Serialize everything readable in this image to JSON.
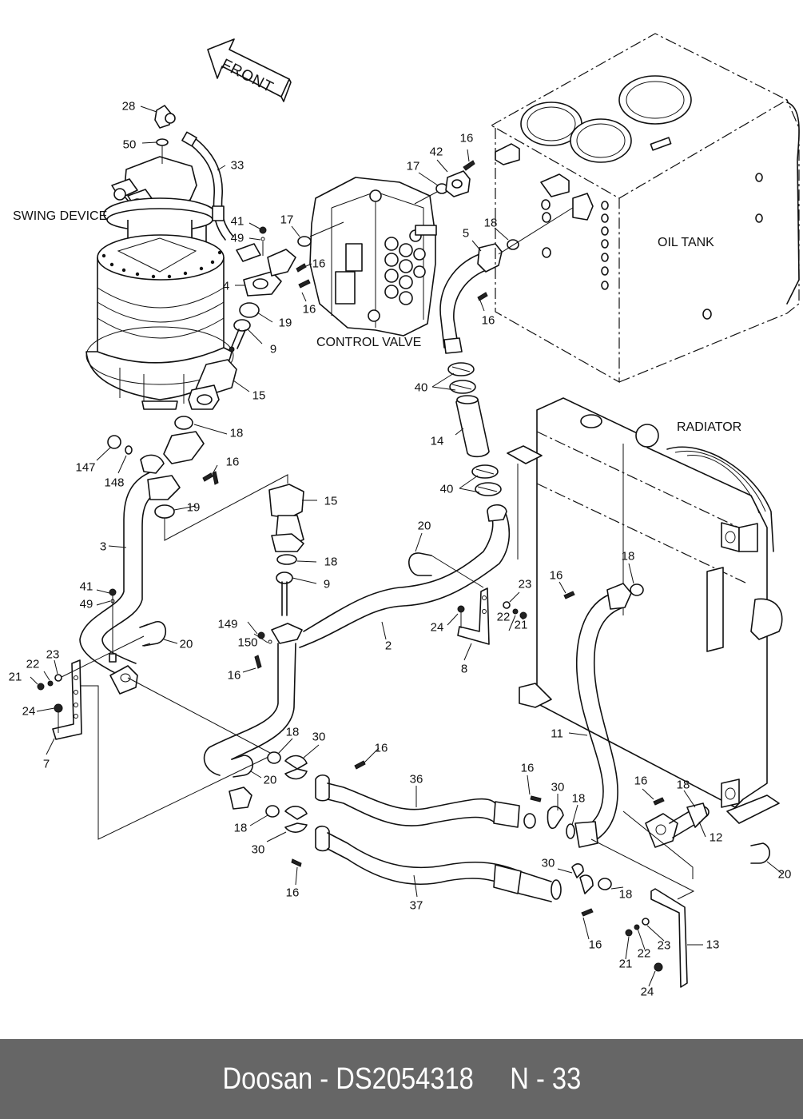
{
  "footer": {
    "brand": "Doosan",
    "separator": " - ",
    "part_number": "DS2054318",
    "page_ref": "N - 33",
    "background": "#666666",
    "text_color": "#ffffff"
  },
  "diagram": {
    "direction_arrow": "FRONT",
    "assembly_labels": {
      "swing_device": "SWING DEVICE",
      "control_valve": "CONTROL VALVE",
      "oil_tank": "OIL TANK",
      "radiator": "RADIATOR"
    },
    "callouts": [
      {
        "id": "c28",
        "part": "28"
      },
      {
        "id": "c50",
        "part": "50"
      },
      {
        "id": "c33",
        "part": "33"
      },
      {
        "id": "c41a",
        "part": "41"
      },
      {
        "id": "c49a",
        "part": "49"
      },
      {
        "id": "c17a",
        "part": "17"
      },
      {
        "id": "c16a",
        "part": "16"
      },
      {
        "id": "c4",
        "part": "4"
      },
      {
        "id": "c16b",
        "part": "16"
      },
      {
        "id": "c19a",
        "part": "19"
      },
      {
        "id": "c9a",
        "part": "9"
      },
      {
        "id": "c15a",
        "part": "15"
      },
      {
        "id": "c42",
        "part": "42"
      },
      {
        "id": "c16c",
        "part": "16"
      },
      {
        "id": "c17b",
        "part": "17"
      },
      {
        "id": "c18a",
        "part": "18"
      },
      {
        "id": "c5",
        "part": "5"
      },
      {
        "id": "c16d",
        "part": "16"
      },
      {
        "id": "c40a",
        "part": "40"
      },
      {
        "id": "c14",
        "part": "14"
      },
      {
        "id": "c40b",
        "part": "40"
      },
      {
        "id": "c18b",
        "part": "18"
      },
      {
        "id": "c147",
        "part": "147"
      },
      {
        "id": "c148",
        "part": "148"
      },
      {
        "id": "c16e",
        "part": "16"
      },
      {
        "id": "c19b",
        "part": "19"
      },
      {
        "id": "c15b",
        "part": "15"
      },
      {
        "id": "c3",
        "part": "3"
      },
      {
        "id": "c18c",
        "part": "18"
      },
      {
        "id": "c9b",
        "part": "9"
      },
      {
        "id": "c41b",
        "part": "41"
      },
      {
        "id": "c49b",
        "part": "49"
      },
      {
        "id": "c149",
        "part": "149"
      },
      {
        "id": "c150",
        "part": "150"
      },
      {
        "id": "c20a",
        "part": "20"
      },
      {
        "id": "c23a",
        "part": "23"
      },
      {
        "id": "c22a",
        "part": "22"
      },
      {
        "id": "c21a",
        "part": "21"
      },
      {
        "id": "c16f",
        "part": "16"
      },
      {
        "id": "c24a",
        "part": "24"
      },
      {
        "id": "c7",
        "part": "7"
      },
      {
        "id": "c20b",
        "part": "20"
      },
      {
        "id": "c2",
        "part": "2"
      },
      {
        "id": "c23b",
        "part": "23"
      },
      {
        "id": "c24b",
        "part": "24"
      },
      {
        "id": "c22b",
        "part": "22"
      },
      {
        "id": "c21b",
        "part": "21"
      },
      {
        "id": "c8",
        "part": "8"
      },
      {
        "id": "c16g",
        "part": "16"
      },
      {
        "id": "c18d",
        "part": "18"
      },
      {
        "id": "c11",
        "part": "11"
      },
      {
        "id": "c18e",
        "part": "18"
      },
      {
        "id": "c30a",
        "part": "30"
      },
      {
        "id": "c16h",
        "part": "16"
      },
      {
        "id": "c20c",
        "part": "20"
      },
      {
        "id": "c36",
        "part": "36"
      },
      {
        "id": "c18f",
        "part": "18"
      },
      {
        "id": "c30b",
        "part": "30"
      },
      {
        "id": "c16i",
        "part": "16"
      },
      {
        "id": "c37",
        "part": "37"
      },
      {
        "id": "c16j",
        "part": "16"
      },
      {
        "id": "c30c",
        "part": "30"
      },
      {
        "id": "c18g",
        "part": "18"
      },
      {
        "id": "c16k",
        "part": "16"
      },
      {
        "id": "c18h",
        "part": "18"
      },
      {
        "id": "c12",
        "part": "12"
      },
      {
        "id": "c20d",
        "part": "20"
      },
      {
        "id": "c30d",
        "part": "30"
      },
      {
        "id": "c18i",
        "part": "18"
      },
      {
        "id": "c16l",
        "part": "16"
      },
      {
        "id": "c23c",
        "part": "23"
      },
      {
        "id": "c13",
        "part": "13"
      },
      {
        "id": "c22c",
        "part": "22"
      },
      {
        "id": "c21c",
        "part": "21"
      },
      {
        "id": "c24c",
        "part": "24"
      }
    ]
  }
}
